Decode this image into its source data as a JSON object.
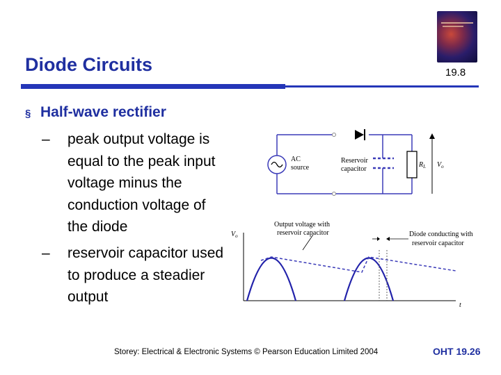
{
  "header": {
    "title": "Diode Circuits",
    "slide_number": "19.8"
  },
  "bullets": {
    "main": {
      "marker": "§",
      "label": "Half-wave rectifier"
    },
    "sub": [
      {
        "dash": "–",
        "text": "peak output voltage is equal to the peak input voltage minus the conduction voltage of the diode"
      },
      {
        "dash": "–",
        "text": "reservoir capacitor used to produce a steadier output"
      }
    ]
  },
  "figure": {
    "circuit": {
      "source_label_1": "AC",
      "source_label_2": "source",
      "cap_label_1": "Reservoir",
      "cap_label_2": "capacitor",
      "load_label": "R",
      "load_sub": "L",
      "out_label": "V",
      "out_sub": "o"
    },
    "waveform": {
      "y_label": "V",
      "y_sub": "o",
      "x_label": "t",
      "annotation_left_1": "Output voltage with",
      "annotation_left_2": "reservoir capacitor",
      "annotation_right_1": "Diode conducting with",
      "annotation_right_2": "reservoir capacitor"
    },
    "colors": {
      "wire": "#3a3ab8",
      "trace": "#2222aa",
      "dashed": "#3a3ab8"
    }
  },
  "footer": {
    "credit": "Storey: Electrical & Electronic Systems © Pearson Education Limited 2004",
    "code": "OHT 19.26"
  }
}
